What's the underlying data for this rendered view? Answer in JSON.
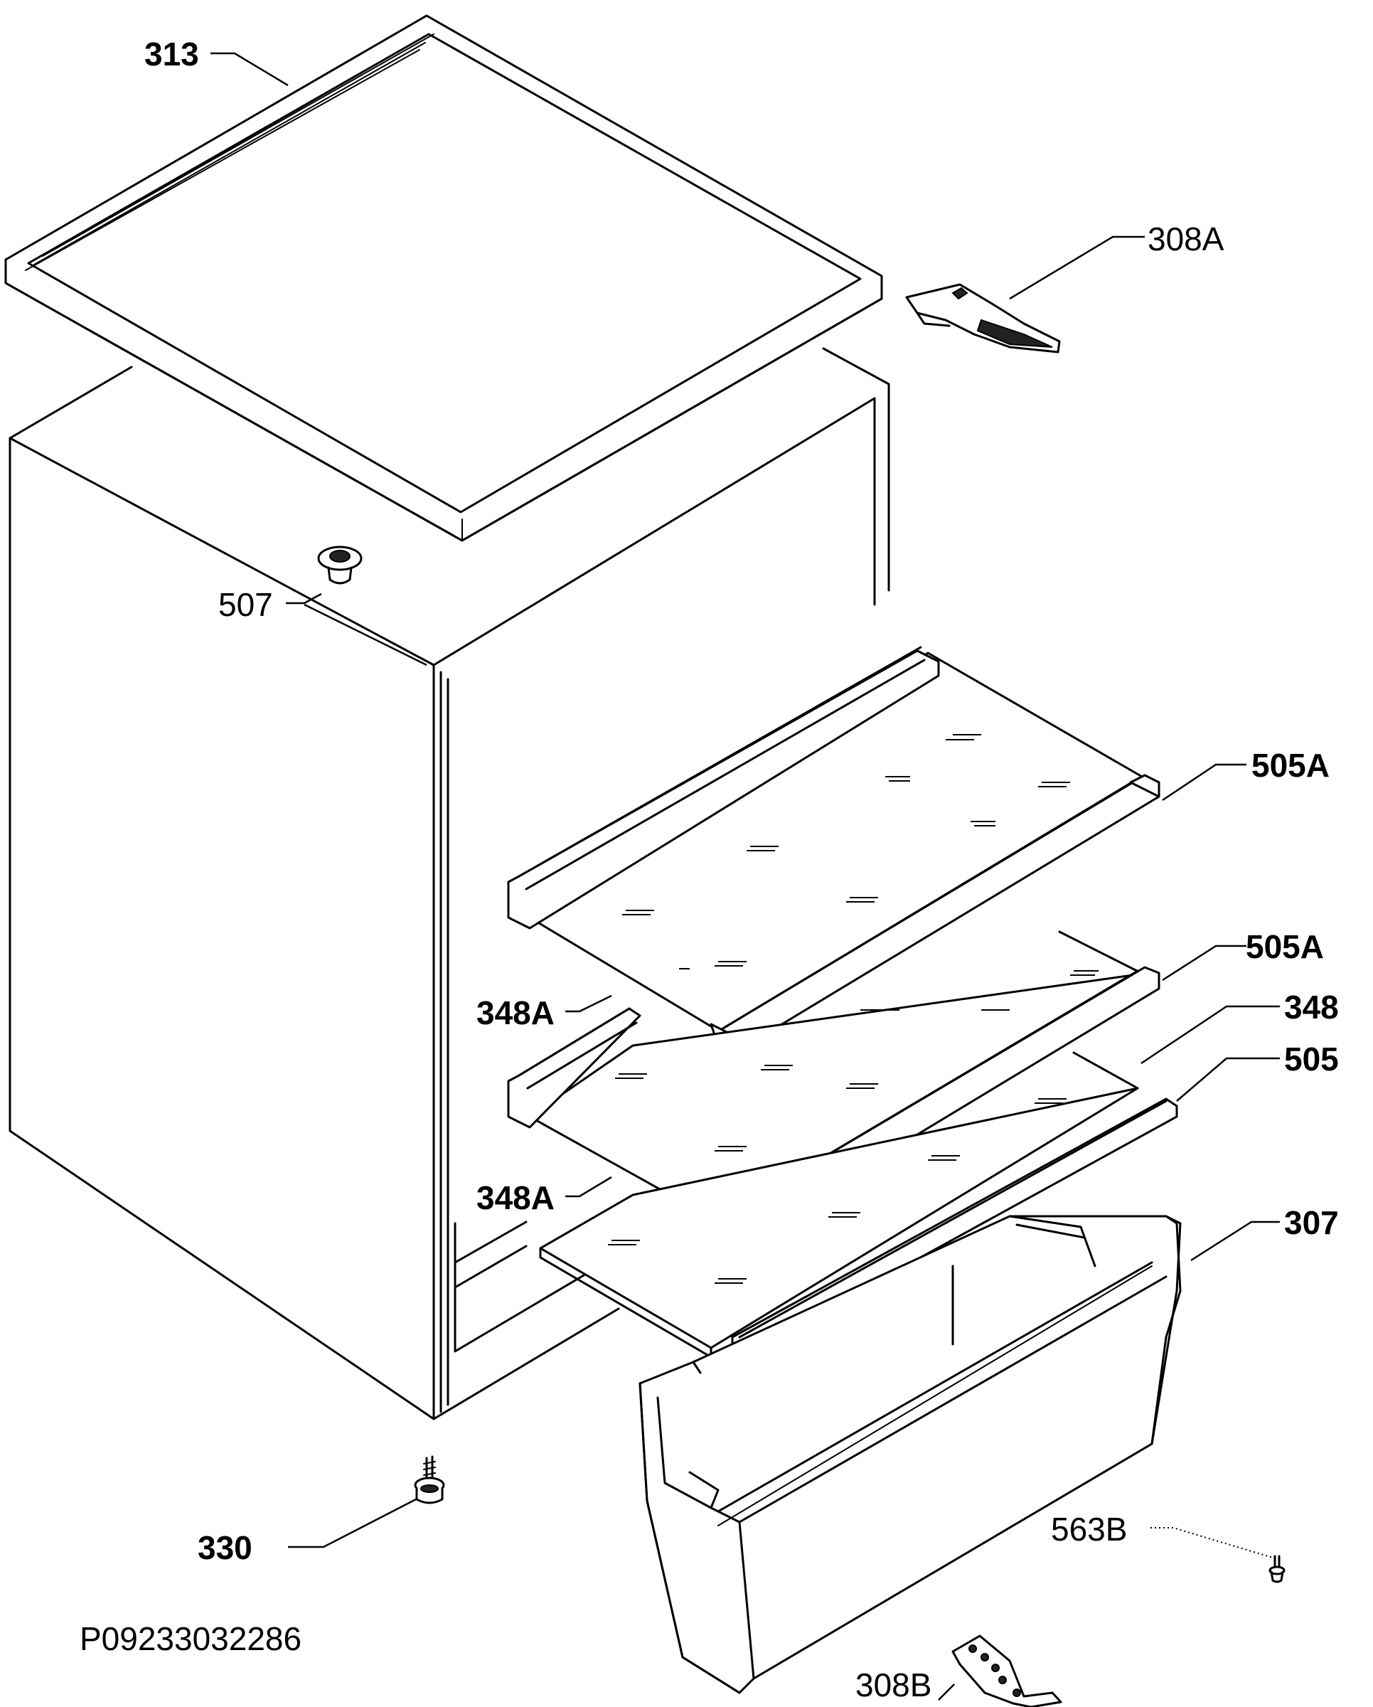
{
  "labels": {
    "p313": "313",
    "p308a": "308A",
    "p507": "507",
    "p505a_top": "505A",
    "p505a_mid": "505A",
    "p348a_top": "348A",
    "p348": "348",
    "p505": "505",
    "p348a_bot": "348A",
    "p307": "307",
    "p330": "330",
    "p563b": "563B",
    "p308b": "308B"
  },
  "reference_code": "P09233032286"
}
